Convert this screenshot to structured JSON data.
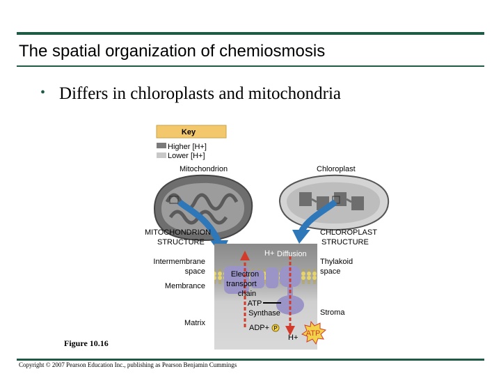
{
  "slide": {
    "title": "The spatial organization of chemiosmosis",
    "bullet": "Differs in chloroplasts and mitochondria",
    "figure_label": "Figure 10.16",
    "copyright": "Copyright © 2007 Pearson Education Inc., publishing as Pearson Benjamin Cummings"
  },
  "diagram": {
    "key_title": "Key",
    "key_higher": "Higher [H+]",
    "key_lower": "Lower [H+]",
    "mitochondrion": "Mitochondrion",
    "chloroplast": "Chloroplast",
    "mito_structure_1": "MITOCHONDRION",
    "mito_structure_2": "STRUCTURE",
    "chloro_structure_1": "CHLOROPLAST",
    "chloro_structure_2": "STRUCTURE",
    "h_plus": "H+",
    "diffusion": "Diffusion",
    "intermembrane_1": "Intermembrane",
    "intermembrane_2": "space",
    "membrance": "Membrance",
    "matrix": "Matrix",
    "etc_1": "Electron",
    "etc_2": "transport",
    "etc_3": "chain",
    "atp_synthase_1": "ATP",
    "atp_synthase_2": "Synthase",
    "adp": "ADP+",
    "p": "P",
    "atp": "ATP",
    "thylakoid_1": "Thylakoid",
    "thylakoid_2": "space",
    "stroma": "Stroma"
  },
  "colors": {
    "rule": "#1f5a44",
    "key_header": "#f3c76b",
    "higher": "#7a7a7a",
    "lower": "#c8c8c8",
    "panel_top": "#909090",
    "panel_bottom": "#d6d6d6",
    "membrane": "#e6d36a",
    "protein": "#9a95c6",
    "arrow_red": "#d23b2a",
    "arrow_blue": "#2e77b8",
    "atp_burst": "#f2d24a"
  }
}
